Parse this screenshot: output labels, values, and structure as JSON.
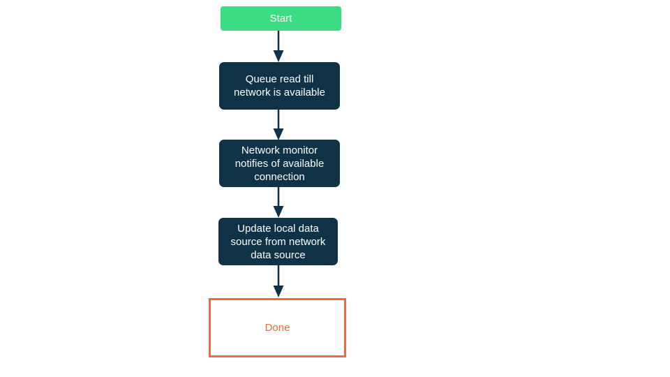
{
  "diagram": {
    "type": "flowchart",
    "orientation": "top-to-bottom",
    "background_color": "#FFFFFF",
    "colors": {
      "start_fill": "#3DDC84",
      "process_fill": "#0F3247",
      "process_text": "#FFFFFF",
      "done_border": "#F2683C",
      "done_text": "#F2683C",
      "done_fill": "#FFFFFF",
      "arrow": "#0F3247"
    },
    "nodes": [
      {
        "id": "start",
        "label": "Start",
        "shape": "rounded-rect"
      },
      {
        "id": "queue",
        "label": "Queue read till\nnetwork is available",
        "shape": "rounded-rect"
      },
      {
        "id": "monitor",
        "label": "Network monitor\nnotifies of available\nconnection",
        "shape": "rounded-rect"
      },
      {
        "id": "update",
        "label": "Update local data\nsource from network\ndata source",
        "shape": "rounded-rect"
      },
      {
        "id": "done",
        "label": "Done",
        "shape": "rect"
      }
    ],
    "edges": [
      {
        "from": "start",
        "to": "queue",
        "label": ""
      },
      {
        "from": "queue",
        "to": "monitor",
        "label": ""
      },
      {
        "from": "monitor",
        "to": "update",
        "label": ""
      },
      {
        "from": "update",
        "to": "done",
        "label": ""
      }
    ]
  }
}
